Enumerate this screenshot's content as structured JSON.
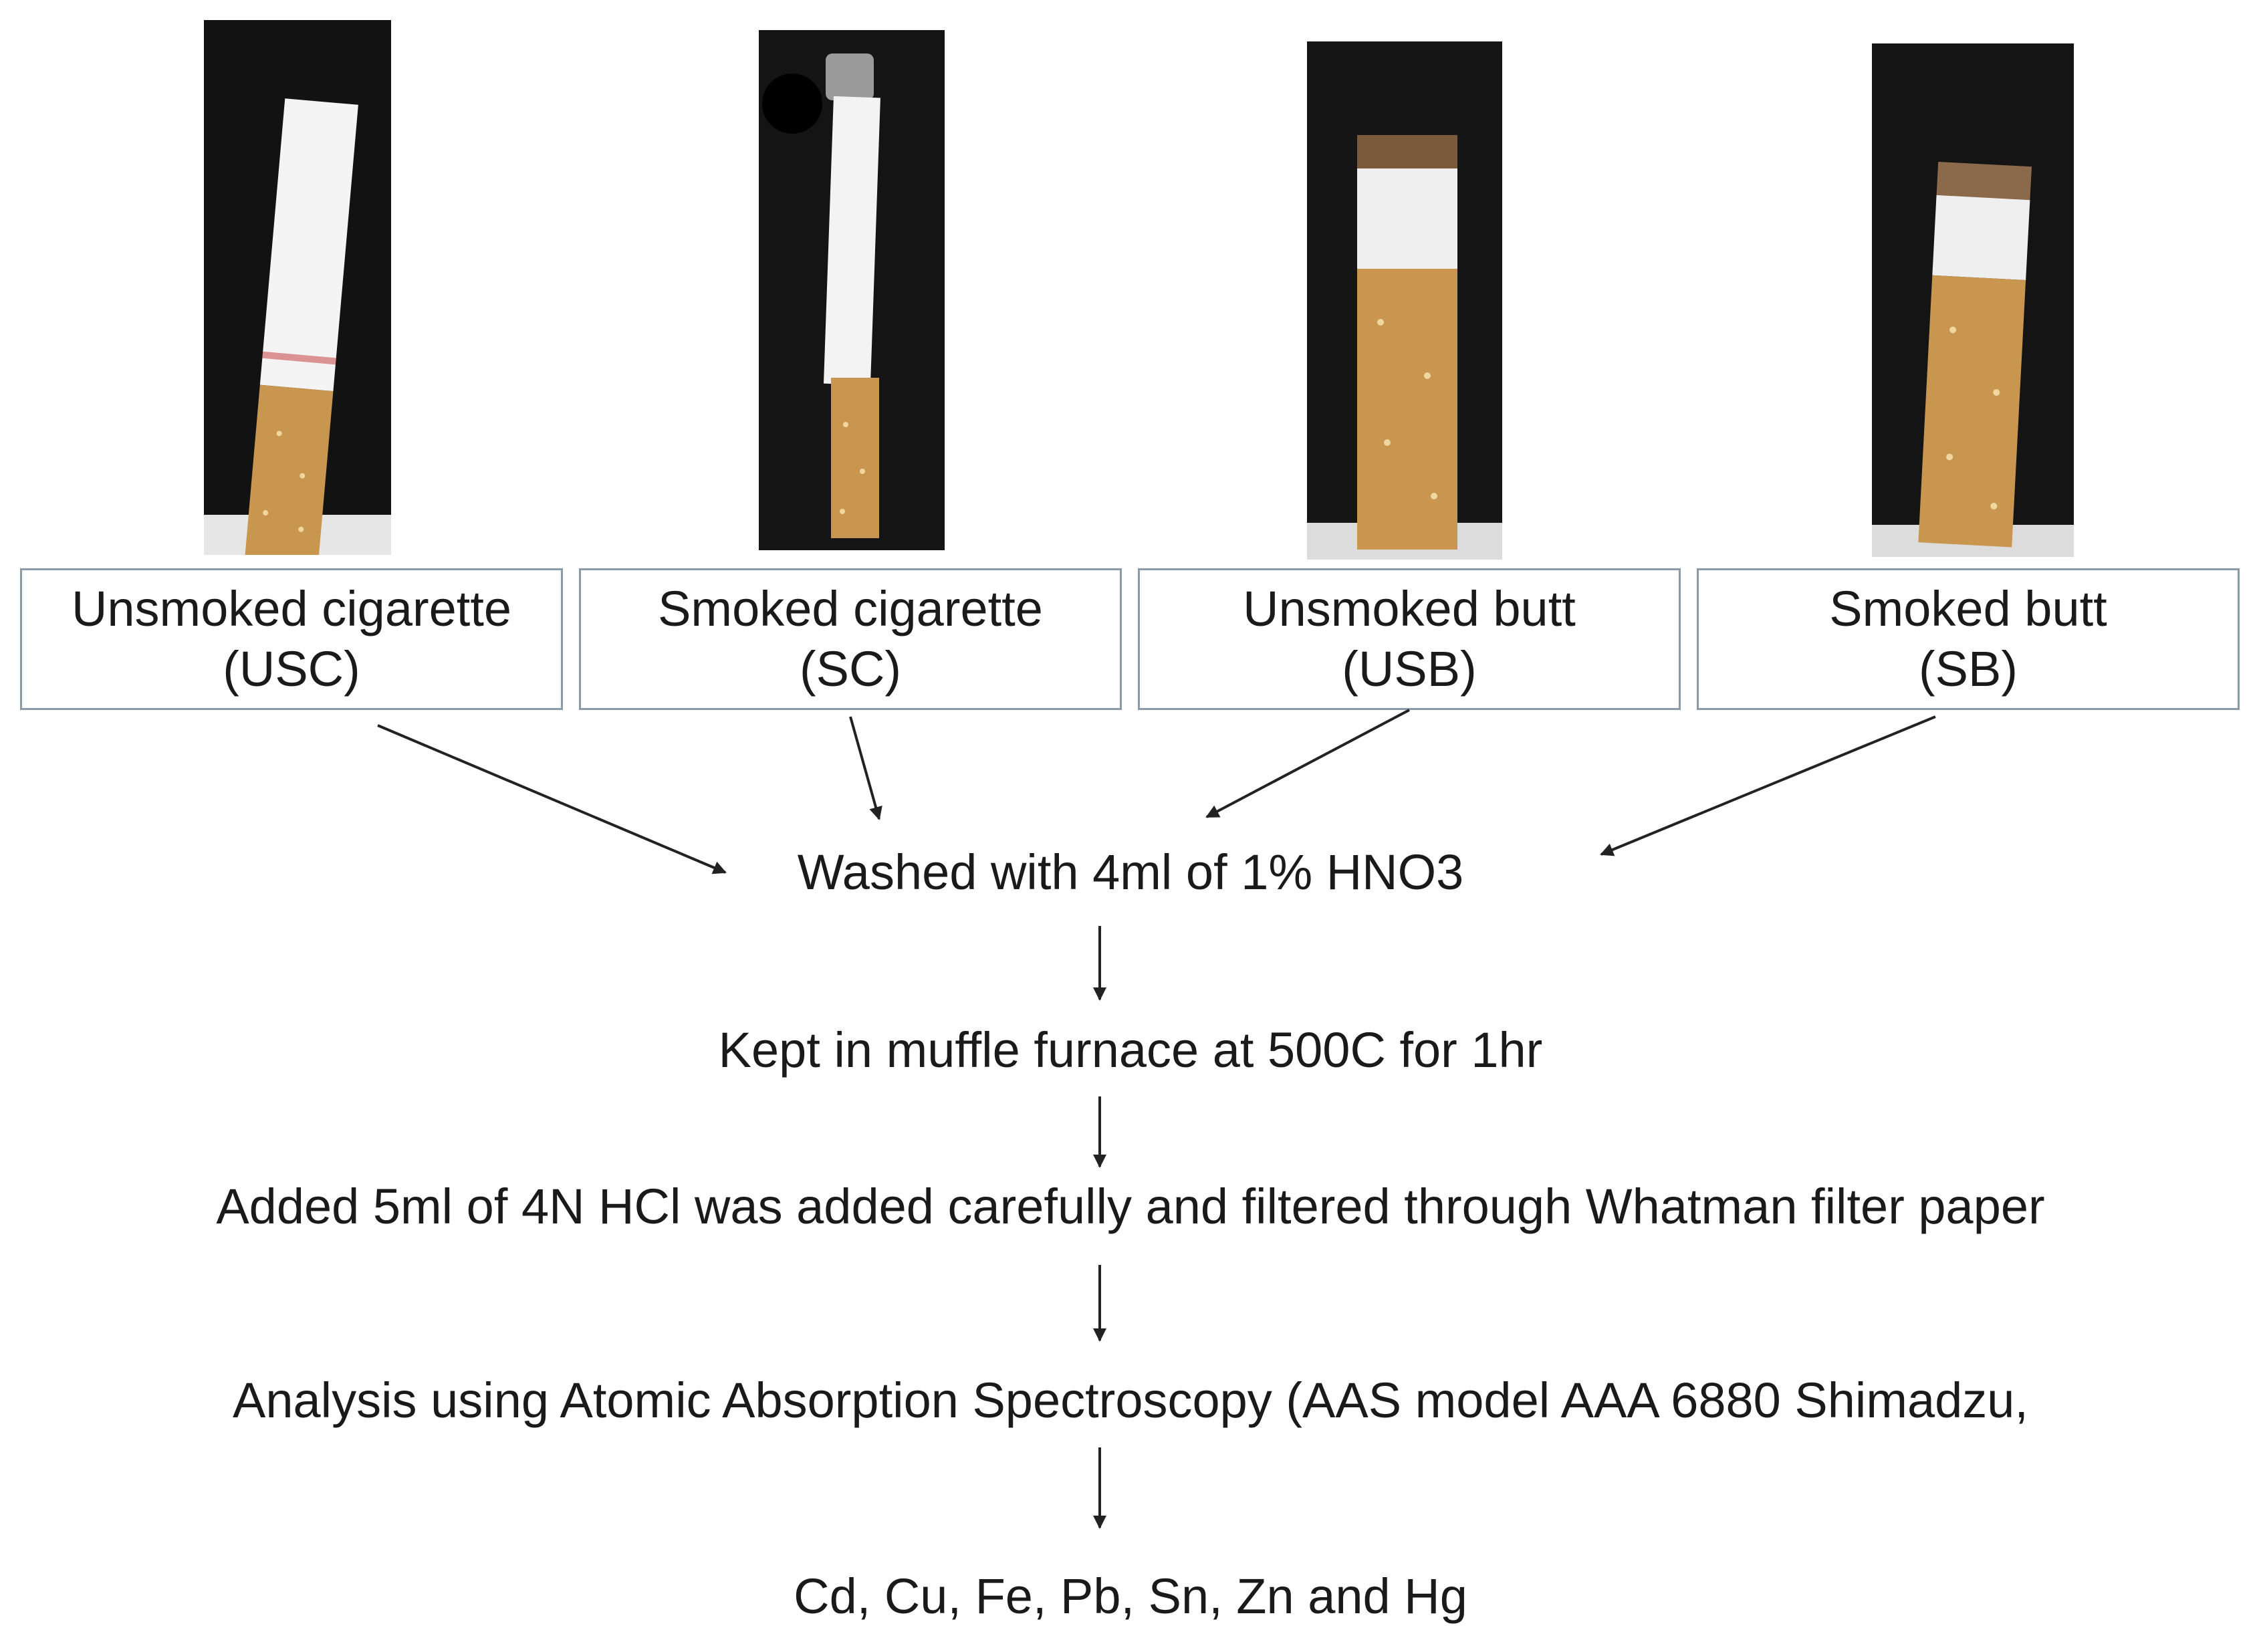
{
  "samples": [
    {
      "label": "Unsmoked cigarette",
      "code": "(USC)",
      "photo_icon": "unsmoked-cigarette-photo"
    },
    {
      "label": "Smoked cigarette",
      "code": "(SC)",
      "photo_icon": "smoked-cigarette-photo"
    },
    {
      "label": "Unsmoked butt",
      "code": "(USB)",
      "photo_icon": "unsmoked-butt-photo"
    },
    {
      "label": "Smoked butt",
      "code": "(SB)",
      "photo_icon": "smoked-butt-photo"
    }
  ],
  "steps": [
    "Washed with 4ml of 1% HNO3",
    "Kept in muffle furnace at 500C for 1hr",
    "Added 5ml of 4N HCl was added carefully and filtered through Whatman filter paper",
    "Analysis using Atomic Absorption Spectroscopy (AAS model AAA 6880 Shimadzu,",
    "Cd, Cu, Fe, Pb, Sn, Zn and Hg"
  ],
  "colors": {
    "photo_background": "#101010",
    "filter_tan": "#c8964e",
    "paper_white": "#f2f2f2",
    "box_border": "#8a9aa8",
    "arrow": "#222222"
  }
}
